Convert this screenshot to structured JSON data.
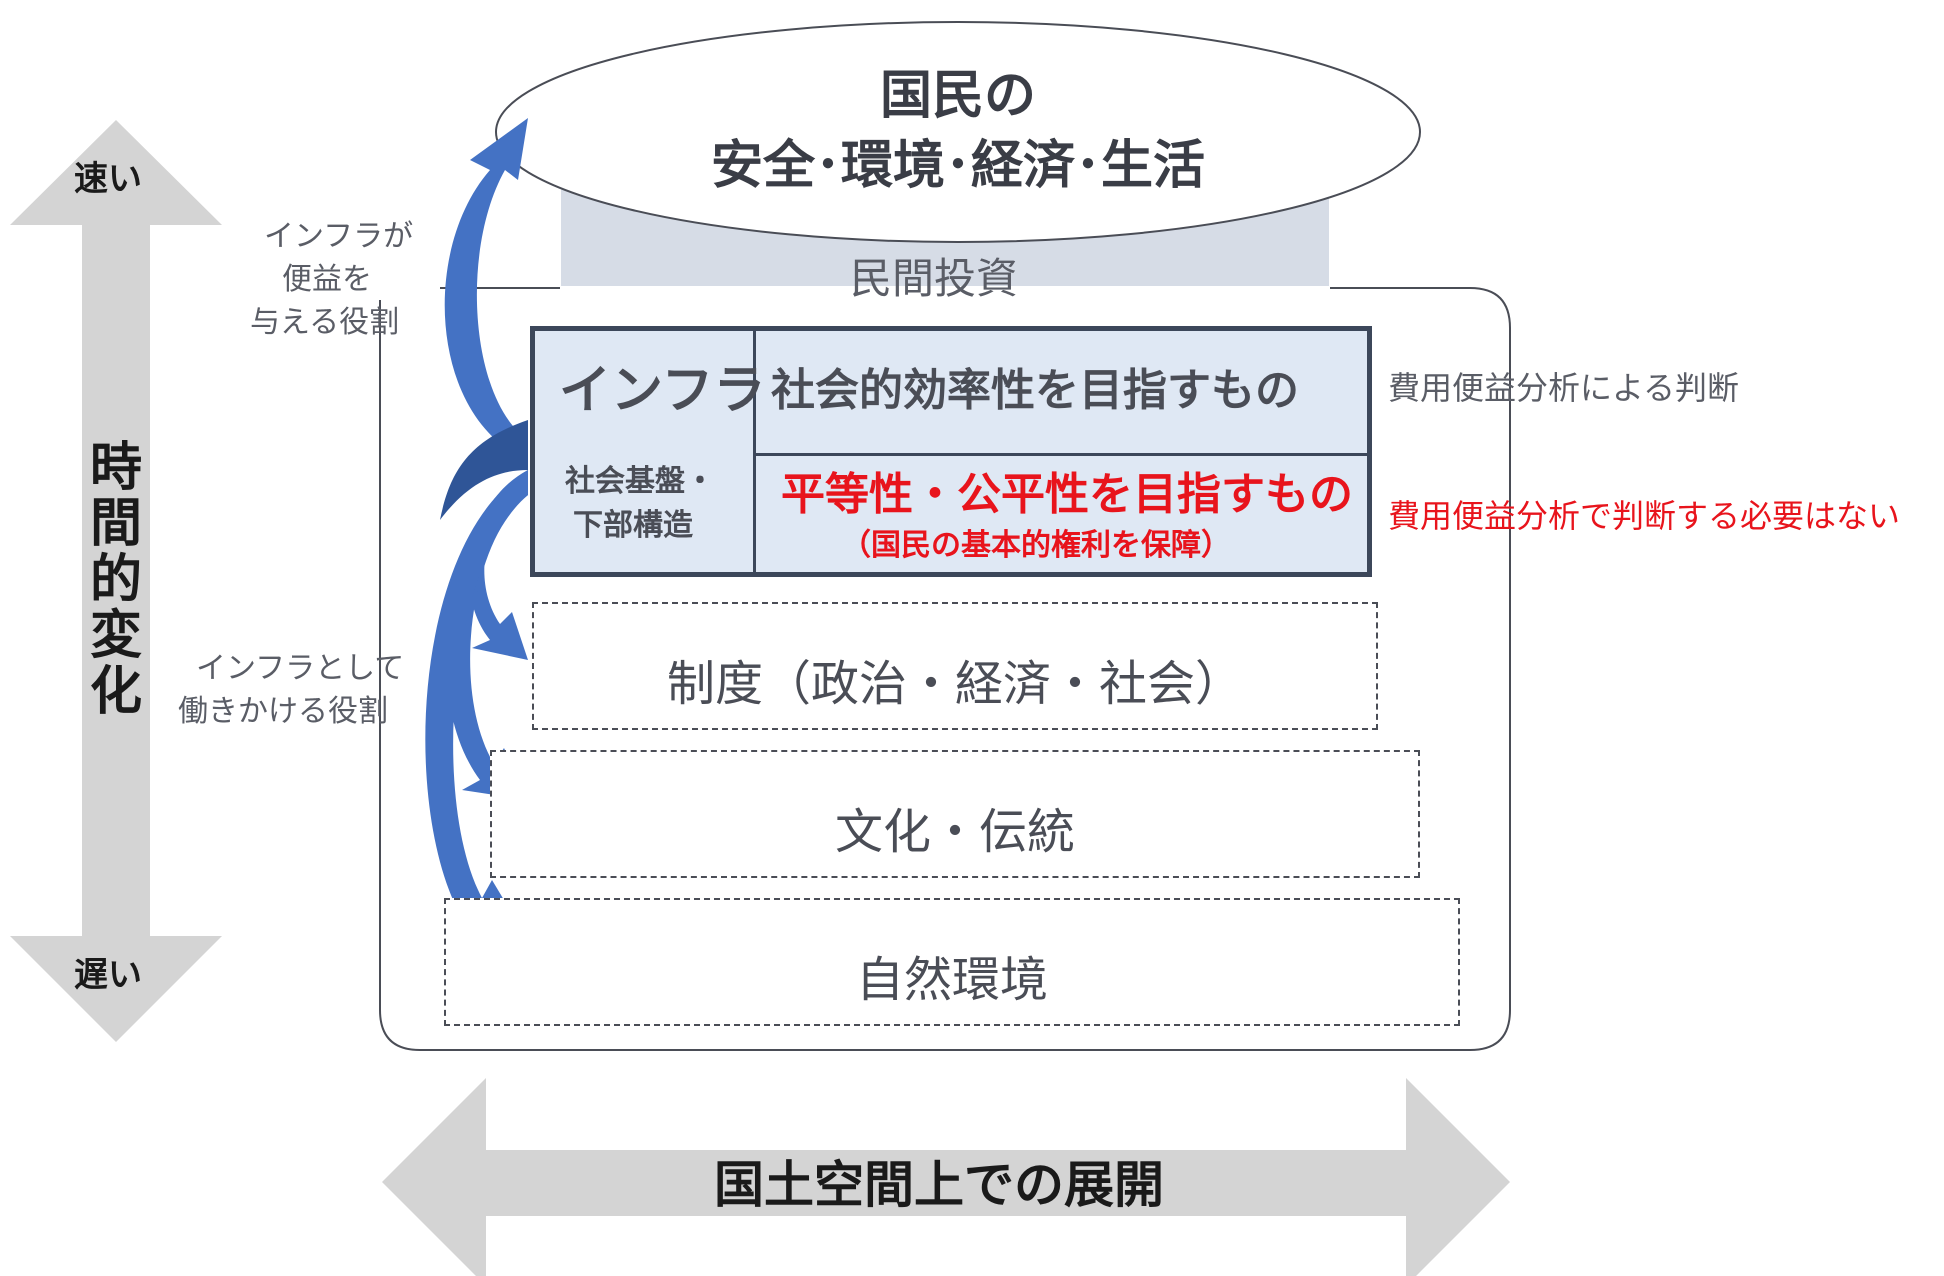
{
  "goal": {
    "line1": "国民の",
    "line2": "安全･環境･経済･生活"
  },
  "private_investment": "民間投資",
  "infra": {
    "title": "インフラ",
    "subtitle_line1": "社会基盤・",
    "subtitle_line2": "下部構造",
    "efficiency": "社会的効率性を目指すもの",
    "equality": "平等性・公平性を目指すもの",
    "equality_note": "（国民の基本的権利を保障）"
  },
  "right_notes": {
    "efficiency_note": "費用便益分析による判断",
    "equality_note": "費用便益分析で判断する必要はない"
  },
  "layers": {
    "institutions": "制度（政治・経済・社会）",
    "culture": "文化・伝統",
    "nature": "自然環境"
  },
  "left_labels": {
    "benefit_line1": "インフラが",
    "benefit_line2": "便益を",
    "benefit_line3": "与える役割",
    "act_line1": "インフラとして",
    "act_line2": "働きかける役割"
  },
  "time_axis": {
    "top": "速い",
    "bottom": "遅い",
    "label_chars": [
      "時",
      "間",
      "的",
      "変",
      "化"
    ]
  },
  "space_axis": {
    "label": "国土空間上での展開"
  },
  "colors": {
    "arrow_grey": "#d4d4d4",
    "flow_blue": "#4472c4",
    "flow_blue_dark": "#2f5597",
    "infra_fill": "#dfe8f4",
    "private_investment_fill": "#d6dce6",
    "red_text": "#e8141c"
  }
}
